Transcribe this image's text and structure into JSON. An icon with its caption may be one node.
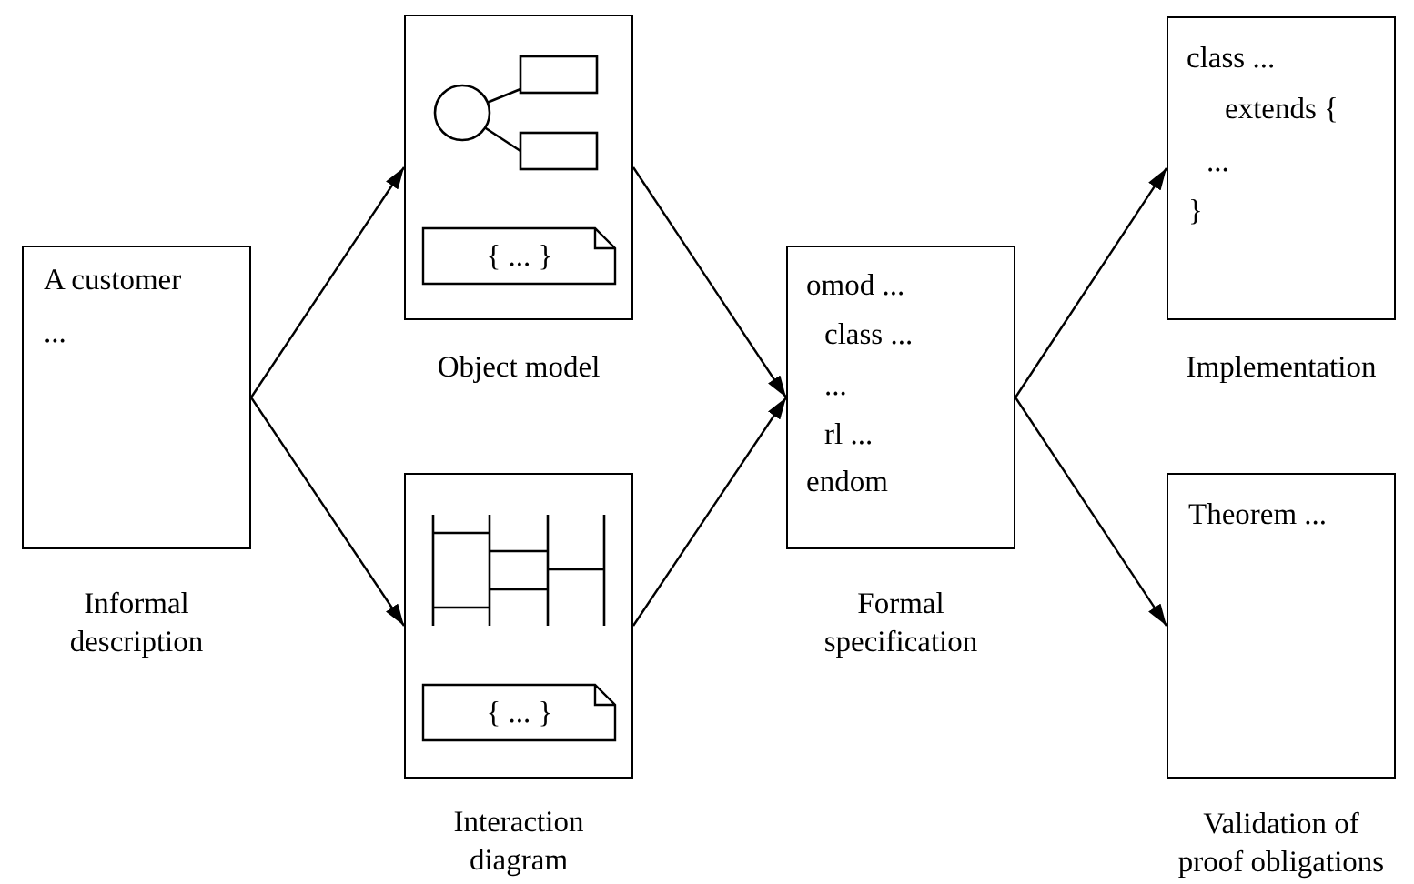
{
  "diagram": {
    "nodes": [
      {
        "text": [
          "A customer",
          "..."
        ],
        "beside": [
          "Informal description"
        ]
      },
      {
        "text": [],
        "shape": "box",
        "beside": [
          "Object model"
        ]
      },
      {
        "text": [
          "{ ... }"
        ],
        "in": 1
      },
      {
        "text": [],
        "shape": "box",
        "beside": [
          "Interaction diagram"
        ]
      },
      {
        "text": [
          "{ ... }"
        ],
        "in": 3
      },
      {
        "text": [
          "omod ...",
          "class ...",
          "...",
          "rl ...",
          "endom"
        ],
        "beside": [
          "Formal specification"
        ]
      },
      {
        "text": [
          "class ...",
          "extends {",
          "...",
          "}"
        ],
        "beside": [
          "Implementation"
        ]
      },
      {
        "text": [
          "Theorem ..."
        ],
        "beside": [
          "Validation of proof obligations"
        ]
      }
    ],
    "edges": [
      {
        "from": 0,
        "to": 1,
        "arrow": "to"
      },
      {
        "from": 0,
        "to": 3,
        "arrow": "to"
      },
      {
        "from": 1,
        "to": 5,
        "arrow": "to"
      },
      {
        "from": 3,
        "to": 5,
        "arrow": "to"
      },
      {
        "from": 5,
        "to": 6,
        "arrow": "to"
      },
      {
        "from": 5,
        "to": 7,
        "arrow": "to"
      }
    ]
  }
}
